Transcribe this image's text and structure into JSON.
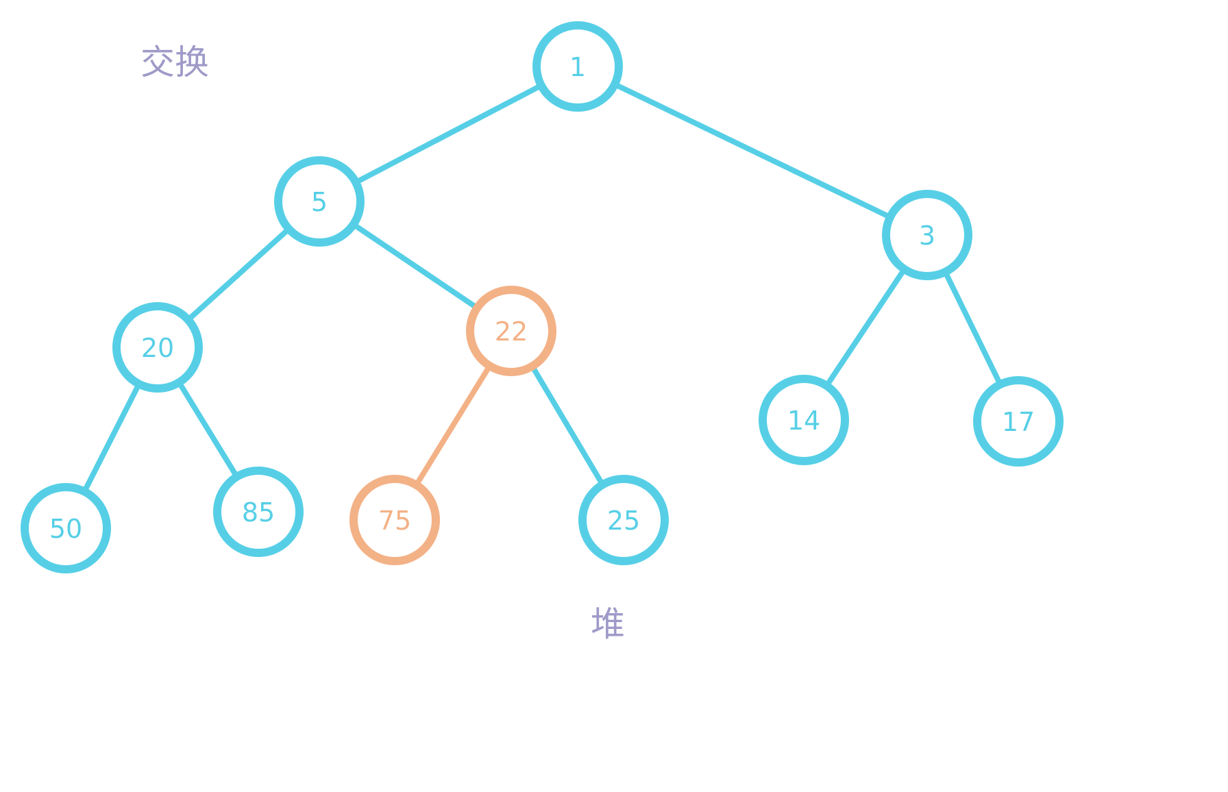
{
  "colors": {
    "default": "#56CFE6",
    "highlight": "#F3B186",
    "caption": "#9E9AC8"
  },
  "captions": {
    "swap": "交换",
    "heap": "堆"
  },
  "nodes": [
    {
      "id": "n1",
      "label": "1",
      "state": "default"
    },
    {
      "id": "n5",
      "label": "5",
      "state": "default"
    },
    {
      "id": "n3",
      "label": "3",
      "state": "default"
    },
    {
      "id": "n20",
      "label": "20",
      "state": "default"
    },
    {
      "id": "n22",
      "label": "22",
      "state": "highlight"
    },
    {
      "id": "n14",
      "label": "14",
      "state": "default"
    },
    {
      "id": "n17",
      "label": "17",
      "state": "default"
    },
    {
      "id": "n50",
      "label": "50",
      "state": "default"
    },
    {
      "id": "n85",
      "label": "85",
      "state": "default"
    },
    {
      "id": "n75",
      "label": "75",
      "state": "highlight"
    },
    {
      "id": "n25",
      "label": "25",
      "state": "default"
    }
  ],
  "edges": [
    {
      "from": "n1",
      "to": "n5",
      "state": "default"
    },
    {
      "from": "n1",
      "to": "n3",
      "state": "default"
    },
    {
      "from": "n5",
      "to": "n20",
      "state": "default"
    },
    {
      "from": "n5",
      "to": "n22",
      "state": "default"
    },
    {
      "from": "n3",
      "to": "n14",
      "state": "default"
    },
    {
      "from": "n3",
      "to": "n17",
      "state": "default"
    },
    {
      "from": "n20",
      "to": "n50",
      "state": "default"
    },
    {
      "from": "n20",
      "to": "n85",
      "state": "default"
    },
    {
      "from": "n22",
      "to": "n75",
      "state": "highlight"
    },
    {
      "from": "n22",
      "to": "n25",
      "state": "default"
    }
  ]
}
